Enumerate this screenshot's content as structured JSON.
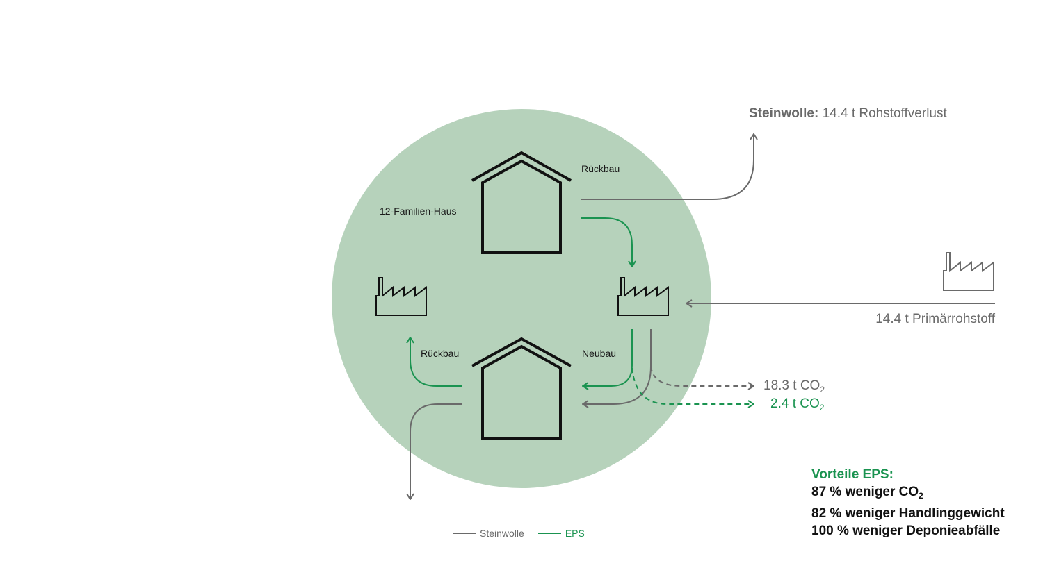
{
  "labels": {
    "family_house": "12-Familien-Haus",
    "rueckbau_top": "Rückbau",
    "rueckbau_left": "Rückbau",
    "neubau": "Neubau"
  },
  "steinwolle_loss": {
    "name": "Steinwolle:",
    "text": "14.4 t Rohstoffverlust"
  },
  "primary_raw": "14.4 t Primärrohstoff",
  "co2": {
    "steinwolle_value": "18.3 t CO",
    "eps_value": "2.4 t CO",
    "subscript": "2"
  },
  "benefits": {
    "title": "Vorteile EPS:",
    "line1": "87 % weniger CO",
    "line1_sub": "2",
    "line2": "82 % weniger Handlinggewicht",
    "line3": "100 % weniger Deponieabfälle"
  },
  "legend": [
    {
      "name": "Steinwolle",
      "color": "#6a6a6a"
    },
    {
      "name": "EPS",
      "color": "#1a9350"
    }
  ],
  "colors": {
    "circle": "#b6d2bb",
    "steinwolle": "#6a6a6a",
    "eps": "#1a9350",
    "icon": "#111111"
  }
}
